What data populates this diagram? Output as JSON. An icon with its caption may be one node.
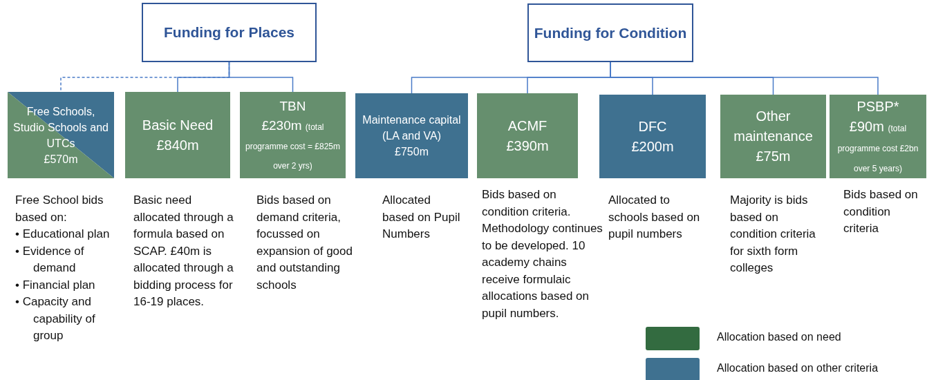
{
  "diagram": {
    "nodes": [
      {
        "text": [
          "Funding for Places"
        ]
      },
      {
        "text": [
          "Free Schools, Studio Schools and UTCs",
          "£570m"
        ],
        "beside": [
          "Free School bids based on:",
          "• Educational plan",
          "• Evidence of demand",
          "• Financial plan",
          "• Capacity and capability of group"
        ]
      },
      {
        "text": [
          "Basic Need",
          "£840m"
        ],
        "beside": [
          "Basic need allocated through a formula based on SCAP. £40m is allocated through a bidding process for 16-19 places."
        ]
      },
      {
        "text": [
          "TBN",
          "£230m",
          "(total programme cost = £825m over 2 yrs)"
        ],
        "beside": [
          "Bids based on demand criteria, focussed on expansion of good and outstanding schools"
        ]
      },
      {
        "text": [
          "Funding for Condition"
        ]
      },
      {
        "text": [
          "Maintenance capital (LA and VA)",
          "£750m"
        ],
        "beside": [
          "Allocated based on Pupil Numbers"
        ]
      },
      {
        "text": [
          "ACMF",
          "£390m"
        ],
        "beside": [
          "Bids based on condition criteria. Methodology continues to be developed. 10 academy chains receive formulaic allocations based on pupil numbers."
        ]
      },
      {
        "text": [
          "DFC",
          "£200m"
        ],
        "beside": [
          "Allocated to schools based on pupil numbers"
        ]
      },
      {
        "text": [
          "Other maintenance",
          "£75m"
        ],
        "beside": [
          "Majority is bids based on condition criteria for sixth form colleges"
        ]
      },
      {
        "text": [
          "PSBP*",
          "£90m",
          "(total programme cost £2bn over 5 years)"
        ],
        "beside": [
          "Bids based on condition criteria"
        ]
      }
    ],
    "edges": [
      {
        "from": 0,
        "to": 1,
        "arrow": "none",
        "style": "dashed"
      },
      {
        "from": 0,
        "to": 2,
        "arrow": "none"
      },
      {
        "from": 0,
        "to": 3,
        "arrow": "none"
      },
      {
        "from": 4,
        "to": 5,
        "arrow": "none"
      },
      {
        "from": 4,
        "to": 6,
        "arrow": "none"
      },
      {
        "from": 4,
        "to": 7,
        "arrow": "none"
      },
      {
        "from": 4,
        "to": 8,
        "arrow": "none"
      },
      {
        "from": 4,
        "to": 9,
        "arrow": "none"
      }
    ],
    "legend": [
      {
        "text": "Allocation based on need",
        "color": "#336b40"
      },
      {
        "text": "Allocation based on other criteria",
        "color": "#3f7190"
      }
    ]
  }
}
